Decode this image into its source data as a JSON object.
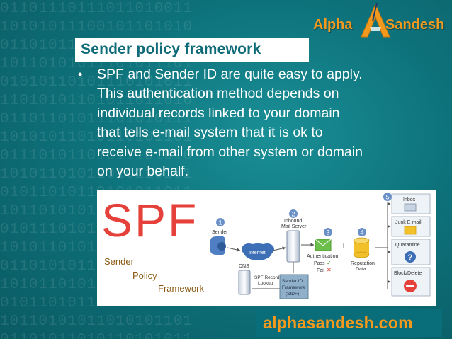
{
  "logo": {
    "alpha": "Alpha",
    "sandesh": "Sandesh",
    "a_letter": "A"
  },
  "slide": {
    "title": "Sender policy framework",
    "bullet_lines": [
      "SPF and Sender ID are quite easy to apply.",
      "This authentication method depends on",
      "individual records linked to your domain",
      "that tells e-mail system that it is ok to",
      "receive e-mail from other system or domain",
      "on your behalf."
    ],
    "footer": "alphasandesh.com"
  },
  "diagram": {
    "big_label": "SPF",
    "words": [
      "Sender",
      "Policy",
      "Framework"
    ],
    "steps": [
      "1",
      "2",
      "3",
      "4",
      "5"
    ],
    "sender": "Sender",
    "internet": "Internet",
    "inbound": [
      "Inbound",
      "Mail Server"
    ],
    "authentication": "Authentication",
    "pass": "Pass",
    "fail": "Fail",
    "reputation": [
      "Reputation",
      "Data"
    ],
    "dns": "DNS",
    "spf_lookup": [
      "SPF Record",
      "Lookup"
    ],
    "sender_id": [
      "Sender ID",
      "Framework",
      "(SIDF)"
    ],
    "plus": "+",
    "outcomes": [
      "Inbox",
      "Junk E-mail",
      "Quarantine",
      "Block/Delete"
    ],
    "colors": {
      "spf_red": "#e5403a",
      "text_orange": "#8a5a12",
      "step_blue": "#6a90c8",
      "accent_green": "#6bbf4a",
      "db_yellow": "#f2c028"
    }
  },
  "colors": {
    "background": "#0e737c",
    "title_text": "#0f6b78",
    "logo_orange": "#f39a1e",
    "footer_box": "#0a6d7a"
  }
}
